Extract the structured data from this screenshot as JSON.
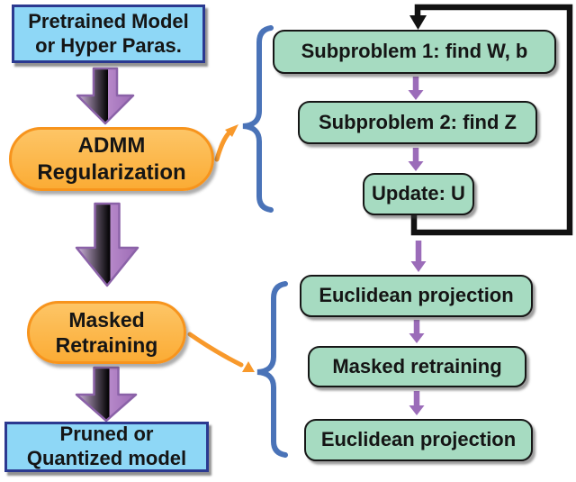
{
  "nodes": {
    "pretrained": {
      "lines": [
        "Pretrained Model",
        "or Hyper Paras."
      ]
    },
    "admm": {
      "lines": [
        "ADMM",
        "Regularization"
      ]
    },
    "masked": {
      "lines": [
        "Masked",
        "Retraining"
      ]
    },
    "output": {
      "lines": [
        "Pruned or",
        "Quantized model"
      ]
    }
  },
  "admm_steps": [
    {
      "label": "Subproblem 1: find W, b"
    },
    {
      "label": "Subproblem 2: find Z"
    },
    {
      "label": "Update: U"
    }
  ],
  "retrain_steps": [
    {
      "label": "Euclidean projection"
    },
    {
      "label": "Masked retraining"
    },
    {
      "label": "Euclidean projection"
    }
  ],
  "colors": {
    "blue_box_fill": "#8ED7F6",
    "blue_box_border": "#2B3990",
    "stage_pill_fill": "#FBB444",
    "stage_pill_border": "#F7941D",
    "step_fill": "#A6DBC1",
    "step_border": "#161616",
    "big_arrow_purple": "#A678C2",
    "small_arrow_purple": "#9B6CB9",
    "brace_blue": "#4A73B8",
    "curved_arrow_orange": "#F8992B",
    "loop_black": "#121212"
  }
}
